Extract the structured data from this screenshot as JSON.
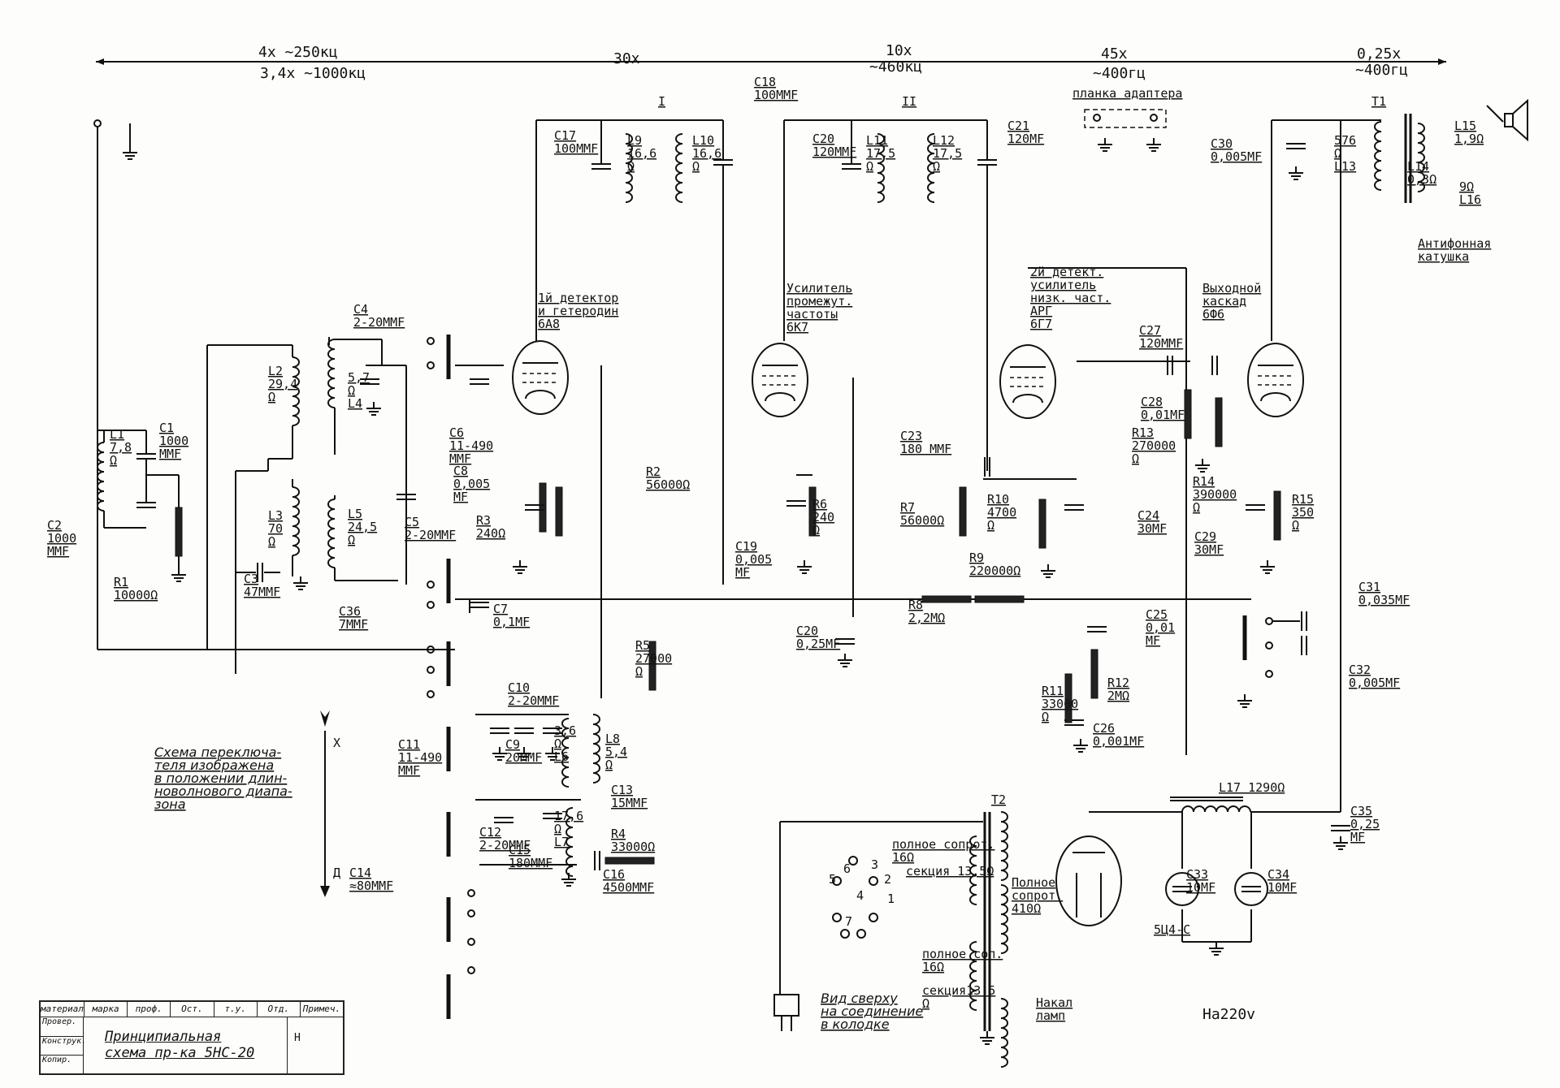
{
  "bands": [
    {
      "id": "rf",
      "line1": "4x ~250кц",
      "line2": "3,4x ~1000кц"
    },
    {
      "id": "mix",
      "line1": "30x"
    },
    {
      "id": "if",
      "line1": "10x",
      "line2": "~460кц"
    },
    {
      "id": "af1",
      "line1": "45x",
      "line2": "~400гц"
    },
    {
      "id": "af2",
      "line1": "0,25x",
      "line2": "~400гц"
    }
  ],
  "tubes": [
    {
      "id": "v1",
      "caption": "1й детектор\nи гетеродин",
      "type": "6А8"
    },
    {
      "id": "v2",
      "caption": "Усилитель\nпромежут.\nчастоты",
      "type": "6К7"
    },
    {
      "id": "v3",
      "caption": "2й детект.\nусилитель\nнизк. част.\nАРГ",
      "type": "6Г7"
    },
    {
      "id": "v4",
      "caption": "Выходной\nкаскад",
      "type": "6Ф6"
    },
    {
      "id": "v5",
      "type": "5Ц4-С"
    }
  ],
  "labels": {
    "adapter": "планка адаптера",
    "antifon": "Антифонная\nкатушка",
    "switch_note": "Схема переключа-\nтеля изображена\nв положении длин-\nноволнового диапа-\nзона",
    "mains": "На220v",
    "socket": "Вид сверху\nна соединение\nв колодке",
    "heater": "Накал\nламп",
    "t2_full": "полное сопрот.\n16Ω",
    "t2_sec": "секция 13,5Ω",
    "t2_full2": "полное соп.\n16Ω",
    "t2_sec2": "секция13.5\nΩ",
    "t2_full3": "Полное\nсопрот.\n410Ω",
    "arrow_x": "X",
    "arrow_d": "Д",
    "sw_pins": [
      "5",
      "6",
      "3",
      "2",
      "1",
      "7",
      "4"
    ]
  },
  "components": {
    "C1": "C1\n1000\nMMF",
    "C2": "C2\n1000\nMMF",
    "C3": "C3\n47MMF",
    "C4": "C4\n2-20MMF",
    "C5": "C5\n2-20MMF",
    "C6": "C6\n11-490\nMMF",
    "C7": "C7\n0,1MF",
    "C8": "C8\n0,005\nMF",
    "C9": "C9\n20MMF",
    "C10": "C10\n2-20MMF",
    "C11": "C11\n11-490\nMMF",
    "C12": "C12\n2-20MMF",
    "C13": "C13\n15MMF",
    "C14": "C14\n≈80MMF",
    "C15": "C15\n180MMF",
    "C16": "C16\n4500MMF",
    "C17": "C17\n100MMF",
    "C18": "C18\n100MMF",
    "C19": "C19\n0,005\nMF",
    "C20": "C20\n120MMF",
    "C20b": "C20\n0,25MF",
    "C21": "C21\n120MF",
    "C23": "C23\n180 MMF",
    "C24": "C24\n30MF",
    "C25": "C25\n0,01\nMF",
    "C26": "C26\n0,001MF",
    "C27": "C27\n120MMF",
    "C28": "C28\n0,01MF",
    "C29": "C29\n30MF",
    "C30": "C30\n0,005MF",
    "C31": "C31\n0,035MF",
    "C32": "C32\n0,005MF",
    "C33": "C33\n10MF",
    "C34": "C34\n10MF",
    "C35": "C35\n0,25\nMF",
    "C36": "C36\n7MMF",
    "R1": "R1\n10000Ω",
    "R2": "R2\n56000Ω",
    "R3": "R3\n240Ω",
    "R4": "R4\n33000Ω",
    "R5": "R5\n27000\nΩ",
    "R6": "R6\n240\nΩ",
    "R7": "R7\n56000Ω",
    "R8": "R8\n2,2MΩ",
    "R9": "R9\n220000Ω",
    "R10": "R10\n4700\nΩ",
    "R11": "R11\n33000\nΩ",
    "R12": "R12\n2MΩ",
    "R13": "R13\n270000\nΩ",
    "R14": "R14\n390000\nΩ",
    "R15": "R15\n350\nΩ",
    "L1": "L1\n7,8\nΩ",
    "L2": "L2\n29,4\nΩ",
    "L3": "L3\n70\nΩ",
    "L4": "5,7\nΩ\nL4",
    "L5": "L5\n24,5\nΩ",
    "L6": "3,6\nΩ\nL6",
    "L7": "17,6\nΩ\nL7",
    "L8": "L8\n5,4\nΩ",
    "L9": "L9\n16,6\nΩ",
    "L10": "L10\n16,6\nΩ",
    "L11": "L11\n17,5\nΩ",
    "L12": "L12\n17,5\nΩ",
    "L13": "576\nΩ\nL13",
    "L14": "L14\n0,3Ω",
    "L15": "L15\n1,9Ω",
    "L16": "9Ω\nL16",
    "L17": "L17 1290Ω",
    "T1": "T1",
    "T2": "T2",
    "IF1": "I",
    "IF2": "II"
  },
  "title_block": {
    "header": [
      "материал",
      "марка",
      "проф.",
      "Ост.",
      "т.у.",
      "Отд.",
      "Примеч."
    ],
    "side": [
      "Провер.",
      "Конструк.",
      "Копир."
    ],
    "title_line1": "Принципиальная",
    "title_line2": "схема пр-ка 5НС-20",
    "sheet": "Н"
  }
}
